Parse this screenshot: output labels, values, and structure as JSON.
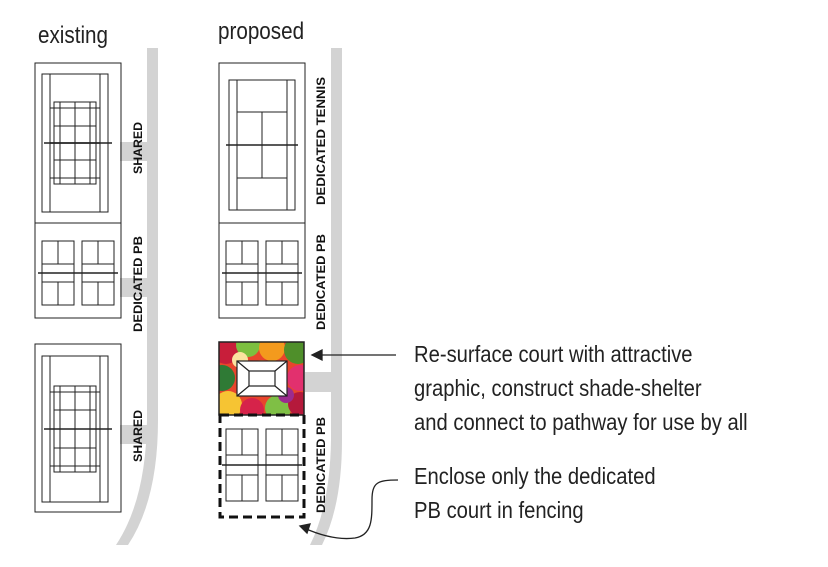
{
  "headers": {
    "existing": "existing",
    "proposed": "proposed"
  },
  "labels": {
    "existing_shared_top": "SHARED",
    "existing_dedicated_pb": "DEDICATED PB",
    "existing_shared_bottom": "SHARED",
    "proposed_dedicated_tennis": "DEDICATED TENNIS",
    "proposed_dedicated_pb_top": "DEDICATED PB",
    "proposed_dedicated_pb_bottom": "DEDICATED PB"
  },
  "annotations": {
    "resurface": [
      "Re-surface court with attractive",
      "graphic, construct shade-shelter",
      "and connect to pathway for use by all"
    ],
    "enclose": [
      "Enclose only the dedicated",
      "PB court in fencing"
    ]
  },
  "colors": {
    "path": "#d3d3d3",
    "line": "#222222",
    "text": "#222222"
  }
}
